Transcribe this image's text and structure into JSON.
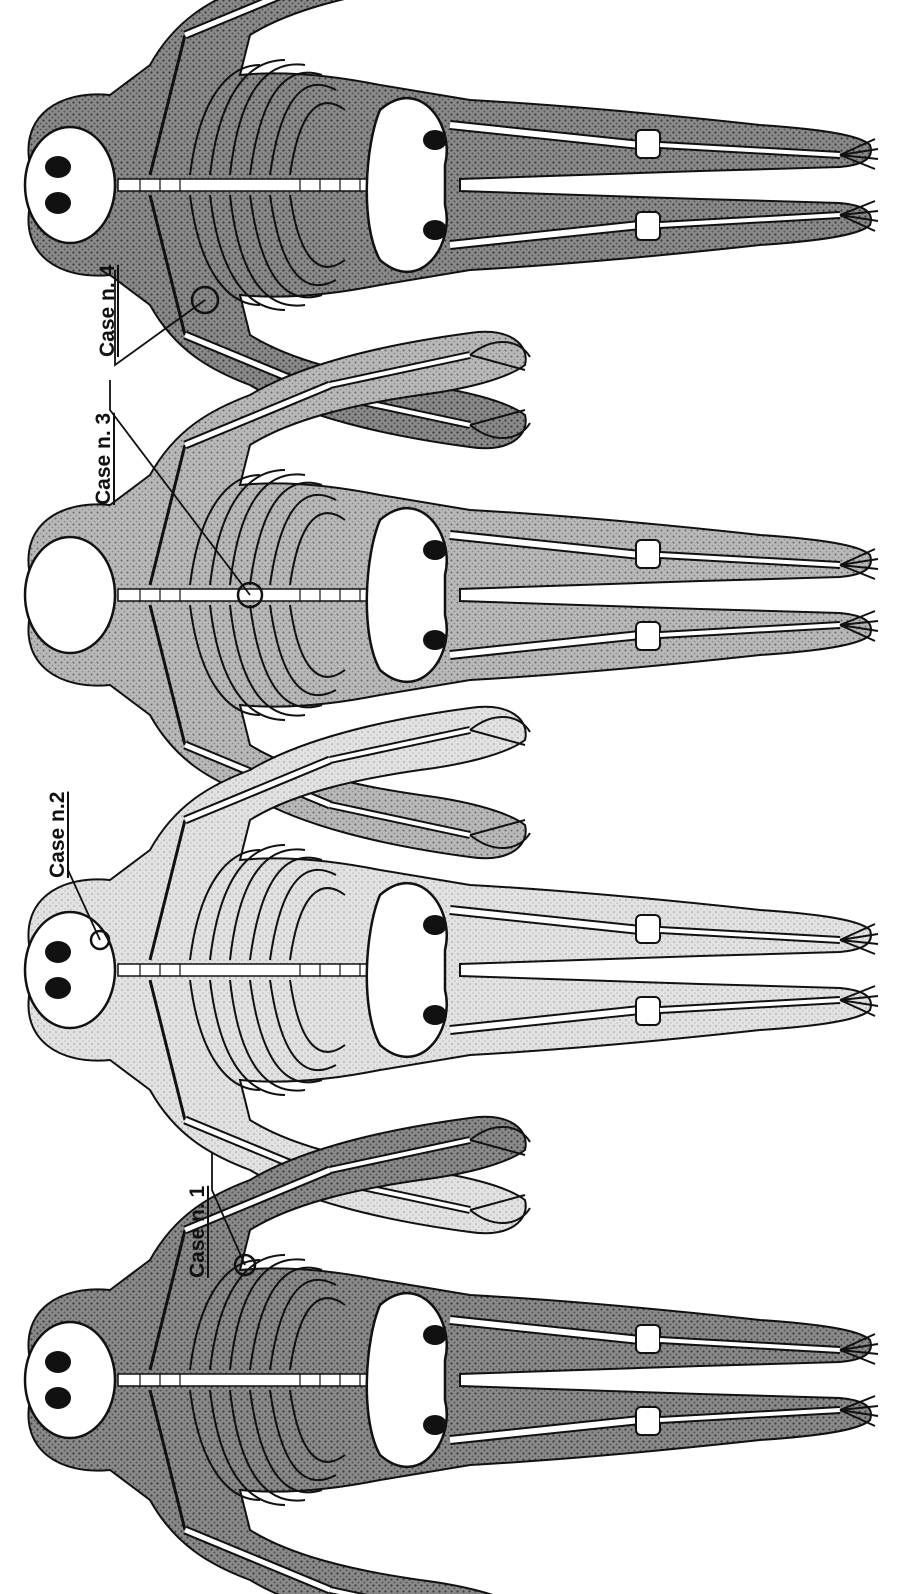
{
  "figure": {
    "panels": [
      {
        "id": "case-1-panel",
        "shading": "heavy",
        "skull": "solid"
      },
      {
        "id": "case-2-panel",
        "shading": "light",
        "skull": "solid"
      },
      {
        "id": "case-3-panel",
        "shading": "medium",
        "skull": "outline"
      },
      {
        "id": "case-4-panel",
        "shading": "heavy",
        "skull": "solid"
      }
    ],
    "callouts": [
      {
        "label": "Case n. 1"
      },
      {
        "label": "Case n.2"
      },
      {
        "label": "Case n. 3"
      },
      {
        "label": "Case n. 4"
      }
    ],
    "colors": {
      "ink": "#111111",
      "heavy": "#6e6e6e",
      "medium": "#9c9c9c",
      "light": "#cfcfcf",
      "bone": "#ffffff"
    }
  }
}
